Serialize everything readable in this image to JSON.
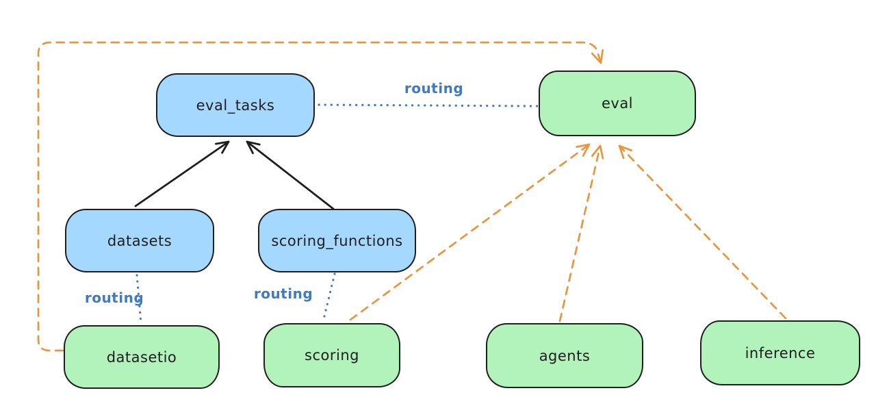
{
  "diagram": {
    "type": "architecture-diagram",
    "colors": {
      "background": "#ffffff",
      "blue_fill": "#a5d8ff",
      "green_fill": "#b2f2bb",
      "node_stroke": "#1e1e1e",
      "routing_blue": "#3e7bc0",
      "orange": "#e9943f"
    },
    "nodes": [
      {
        "id": "eval_tasks",
        "label": "eval_tasks",
        "fill": "#a5d8ff"
      },
      {
        "id": "eval",
        "label": "eval",
        "fill": "#b2f2bb"
      },
      {
        "id": "datasets",
        "label": "datasets",
        "fill": "#a5d8ff"
      },
      {
        "id": "scoring_functions",
        "label": "scoring_functions",
        "fill": "#a5d8ff"
      },
      {
        "id": "datasetio",
        "label": "datasetio",
        "fill": "#b2f2bb"
      },
      {
        "id": "scoring",
        "label": "scoring",
        "fill": "#b2f2bb"
      },
      {
        "id": "agents",
        "label": "agents",
        "fill": "#b2f2bb"
      },
      {
        "id": "inference",
        "label": "inference",
        "fill": "#b2f2bb"
      }
    ],
    "edge_labels": [
      {
        "id": "routing-eval_tasks-eval",
        "text": "routing"
      },
      {
        "id": "routing-datasets-datasetio",
        "text": "routing"
      },
      {
        "id": "routing-scoring_functions-scoring",
        "text": "routing"
      }
    ],
    "edges": [
      {
        "from": "datasets",
        "to": "eval_tasks",
        "style": "solid",
        "color": "#1e1e1e",
        "arrow": true
      },
      {
        "from": "scoring_functions",
        "to": "eval_tasks",
        "style": "solid",
        "color": "#1e1e1e",
        "arrow": true
      },
      {
        "from": "eval_tasks",
        "to": "eval",
        "style": "dotted",
        "color": "#3e7bc0",
        "label": "routing",
        "arrow": false
      },
      {
        "from": "datasets",
        "to": "datasetio",
        "style": "dotted",
        "color": "#3e7bc0",
        "label": "routing",
        "arrow": false
      },
      {
        "from": "scoring_functions",
        "to": "scoring",
        "style": "dotted",
        "color": "#3e7bc0",
        "label": "routing",
        "arrow": false
      },
      {
        "from": "datasetio",
        "to": "eval",
        "style": "dashed",
        "color": "#e9943f",
        "arrow": true
      },
      {
        "from": "scoring",
        "to": "eval",
        "style": "dashed",
        "color": "#e9943f",
        "arrow": true
      },
      {
        "from": "agents",
        "to": "eval",
        "style": "dashed",
        "color": "#e9943f",
        "arrow": true
      },
      {
        "from": "inference",
        "to": "eval",
        "style": "dashed",
        "color": "#e9943f",
        "arrow": true
      }
    ]
  }
}
